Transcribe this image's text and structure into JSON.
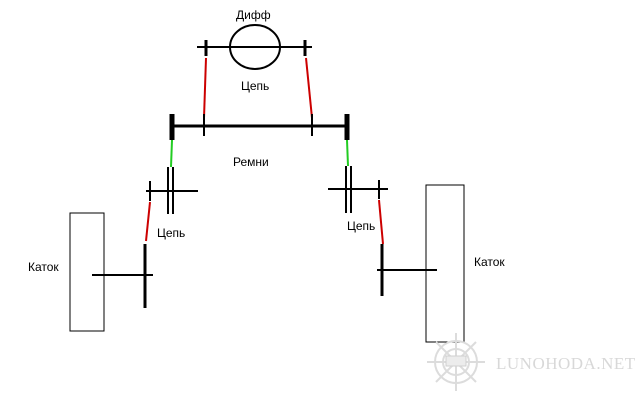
{
  "labels": {
    "diff": "Дифф",
    "chain_top": "Цепь",
    "belts": "Ремни",
    "chain_left": "Цепь",
    "chain_right": "Цепь",
    "roller_left": "Каток",
    "roller_right": "Каток"
  },
  "watermark": {
    "text": "LUNOHODA.NET",
    "icon": "lunar-rover-logo"
  },
  "colors": {
    "line": "#000000",
    "chain": "#cc0000",
    "belt": "#22cc22",
    "watermark": "#d8d8d8"
  }
}
